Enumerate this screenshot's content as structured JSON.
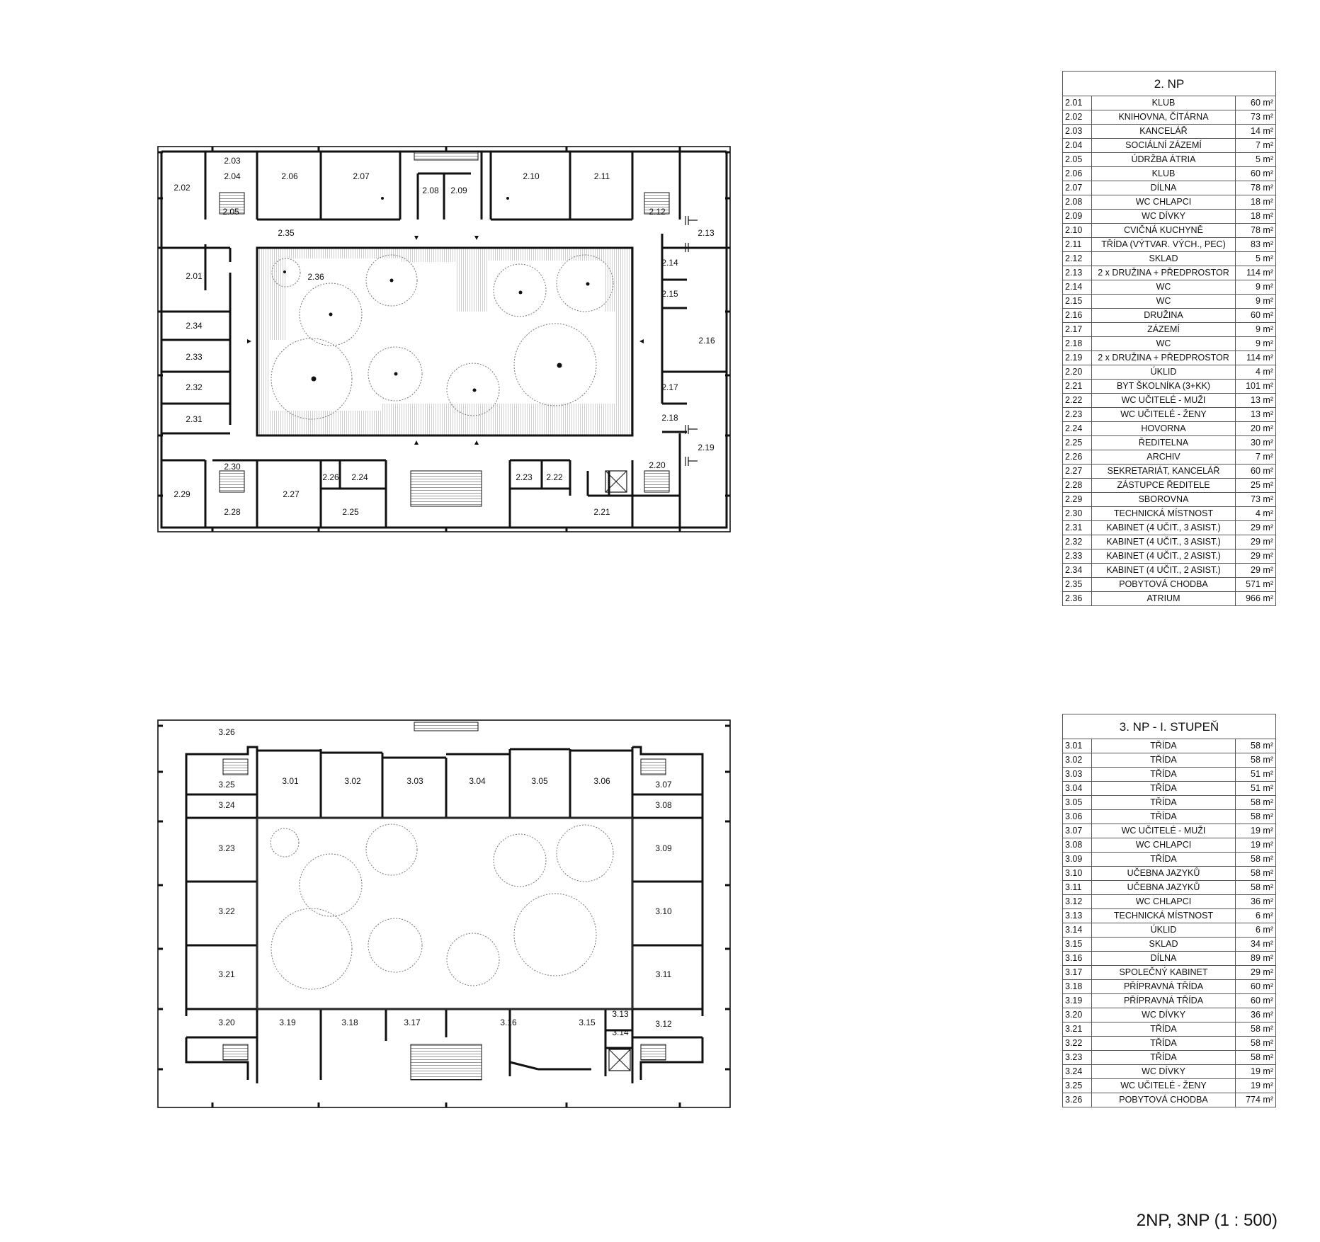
{
  "caption": "2NP, 3NP (1 : 500)",
  "floor2": {
    "title": "2. NP",
    "rooms": [
      {
        "no": "2.01",
        "name": "KLUB",
        "area": "60 m²"
      },
      {
        "no": "2.02",
        "name": "KNIHOVNA, ČÍTÁRNA",
        "area": "73 m²"
      },
      {
        "no": "2.03",
        "name": "KANCELÁŘ",
        "area": "14 m²"
      },
      {
        "no": "2.04",
        "name": "SOCIÁLNÍ ZÁZEMÍ",
        "area": "7 m²"
      },
      {
        "no": "2.05",
        "name": "ÚDRŽBA ÁTRIA",
        "area": "5 m²"
      },
      {
        "no": "2.06",
        "name": "KLUB",
        "area": "60 m²"
      },
      {
        "no": "2.07",
        "name": "DÍLNA",
        "area": "78 m²"
      },
      {
        "no": "2.08",
        "name": "WC CHLAPCI",
        "area": "18 m²"
      },
      {
        "no": "2.09",
        "name": "WC DÍVKY",
        "area": "18 m²"
      },
      {
        "no": "2.10",
        "name": "CVIČNÁ KUCHYNĚ",
        "area": "78 m²"
      },
      {
        "no": "2.11",
        "name": "TŘÍDA (VÝTVAR. VÝCH., PEC)",
        "area": "83 m²"
      },
      {
        "no": "2.12",
        "name": "SKLAD",
        "area": "5 m²"
      },
      {
        "no": "2.13",
        "name": "2 x DRUŽINA + PŘEDPROSTOR",
        "area": "114 m²"
      },
      {
        "no": "2.14",
        "name": "WC",
        "area": "9 m²"
      },
      {
        "no": "2.15",
        "name": "WC",
        "area": "9 m²"
      },
      {
        "no": "2.16",
        "name": "DRUŽINA",
        "area": "60 m²"
      },
      {
        "no": "2.17",
        "name": "ZÁZEMÍ",
        "area": "9 m²"
      },
      {
        "no": "2.18",
        "name": "WC",
        "area": "9 m²"
      },
      {
        "no": "2.19",
        "name": "2 x DRUŽINA + PŘEDPROSTOR",
        "area": "114 m²"
      },
      {
        "no": "2.20",
        "name": "ÚKLID",
        "area": "4 m²"
      },
      {
        "no": "2.21",
        "name": "BYT ŠKOLNÍKA (3+KK)",
        "area": "101 m²"
      },
      {
        "no": "2.22",
        "name": "WC UČITELÉ - MUŽI",
        "area": "13 m²"
      },
      {
        "no": "2.23",
        "name": "WC UČITELÉ - ŽENY",
        "area": "13 m²"
      },
      {
        "no": "2.24",
        "name": "HOVORNA",
        "area": "20 m²"
      },
      {
        "no": "2.25",
        "name": "ŘEDITELNA",
        "area": "30 m²"
      },
      {
        "no": "2.26",
        "name": "ARCHIV",
        "area": "7 m²"
      },
      {
        "no": "2.27",
        "name": "SEKRETARIÁT, KANCELÁŘ",
        "area": "60 m²"
      },
      {
        "no": "2.28",
        "name": "ZÁSTUPCE ŘEDITELE",
        "area": "25 m²"
      },
      {
        "no": "2.29",
        "name": "SBOROVNA",
        "area": "73 m²"
      },
      {
        "no": "2.30",
        "name": "TECHNICKÁ MÍSTNOST",
        "area": "4 m²"
      },
      {
        "no": "2.31",
        "name": "KABINET (4 UČIT., 3 ASIST.)",
        "area": "29 m²"
      },
      {
        "no": "2.32",
        "name": "KABINET (4 UČIT., 3 ASIST.)",
        "area": "29 m²"
      },
      {
        "no": "2.33",
        "name": "KABINET (4 UČIT., 2 ASIST.)",
        "area": "29 m²"
      },
      {
        "no": "2.34",
        "name": "KABINET (4 UČIT., 2 ASIST.)",
        "area": "29 m²"
      },
      {
        "no": "2.35",
        "name": "POBYTOVÁ CHODBA",
        "area": "571 m²"
      },
      {
        "no": "2.36",
        "name": "ATRIUM",
        "area": "966 m²"
      }
    ]
  },
  "floor3": {
    "title": "3. NP - I. STUPEŇ",
    "rooms": [
      {
        "no": "3.01",
        "name": "TŘÍDA",
        "area": "58 m²"
      },
      {
        "no": "3.02",
        "name": "TŘÍDA",
        "area": "58 m²"
      },
      {
        "no": "3.03",
        "name": "TŘÍDA",
        "area": "51 m²"
      },
      {
        "no": "3.04",
        "name": "TŘÍDA",
        "area": "51 m²"
      },
      {
        "no": "3.05",
        "name": "TŘÍDA",
        "area": "58 m²"
      },
      {
        "no": "3.06",
        "name": "TŘÍDA",
        "area": "58 m²"
      },
      {
        "no": "3.07",
        "name": "WC UČITELÉ - MUŽI",
        "area": "19 m²"
      },
      {
        "no": "3.08",
        "name": "WC CHLAPCI",
        "area": "19 m²"
      },
      {
        "no": "3.09",
        "name": "TŘÍDA",
        "area": "58 m²"
      },
      {
        "no": "3.10",
        "name": "UČEBNA JAZYKŮ",
        "area": "58 m²"
      },
      {
        "no": "3.11",
        "name": "UČEBNA JAZYKŮ",
        "area": "58 m²"
      },
      {
        "no": "3.12",
        "name": "WC CHLAPCI",
        "area": "36 m²"
      },
      {
        "no": "3.13",
        "name": "TECHNICKÁ MÍSTNOST",
        "area": "6 m²"
      },
      {
        "no": "3.14",
        "name": "ÚKLID",
        "area": "6 m²"
      },
      {
        "no": "3.15",
        "name": "SKLAD",
        "area": "34 m²"
      },
      {
        "no": "3.16",
        "name": "DÍLNA",
        "area": "89 m²"
      },
      {
        "no": "3.17",
        "name": "SPOLEČNÝ KABINET",
        "area": "29 m²"
      },
      {
        "no": "3.18",
        "name": "PŘÍPRAVNÁ TŘÍDA",
        "area": "60 m²"
      },
      {
        "no": "3.19",
        "name": "PŘÍPRAVNÁ TŘÍDA",
        "area": "60 m²"
      },
      {
        "no": "3.20",
        "name": "WC DÍVKY",
        "area": "36 m²"
      },
      {
        "no": "3.21",
        "name": "TŘÍDA",
        "area": "58 m²"
      },
      {
        "no": "3.22",
        "name": "TŘÍDA",
        "area": "58 m²"
      },
      {
        "no": "3.23",
        "name": "TŘÍDA",
        "area": "58 m²"
      },
      {
        "no": "3.24",
        "name": "WC DÍVKY",
        "area": "19 m²"
      },
      {
        "no": "3.25",
        "name": "WC UČITELÉ - ŽENY",
        "area": "19 m²"
      },
      {
        "no": "3.26",
        "name": "POBYTOVÁ CHODBA",
        "area": "774 m²"
      }
    ]
  },
  "plan2_labels": [
    "2.01",
    "2.02",
    "2.03",
    "2.04",
    "2.05",
    "2.06",
    "2.07",
    "2.08",
    "2.09",
    "2.10",
    "2.11",
    "2.12",
    "2.13",
    "2.14",
    "2.15",
    "2.16",
    "2.17",
    "2.18",
    "2.19",
    "2.20",
    "2.21",
    "2.22",
    "2.23",
    "2.24",
    "2.25",
    "2.26",
    "2.27",
    "2.28",
    "2.29",
    "2.30",
    "2.31",
    "2.32",
    "2.33",
    "2.34",
    "2.35",
    "2.36"
  ],
  "plan3_labels": [
    "3.01",
    "3.02",
    "3.03",
    "3.04",
    "3.05",
    "3.06",
    "3.07",
    "3.08",
    "3.09",
    "3.10",
    "3.11",
    "3.12",
    "3.13",
    "3.14",
    "3.15",
    "3.16",
    "3.17",
    "3.18",
    "3.19",
    "3.20",
    "3.21",
    "3.22",
    "3.23",
    "3.24",
    "3.25",
    "3.26"
  ]
}
